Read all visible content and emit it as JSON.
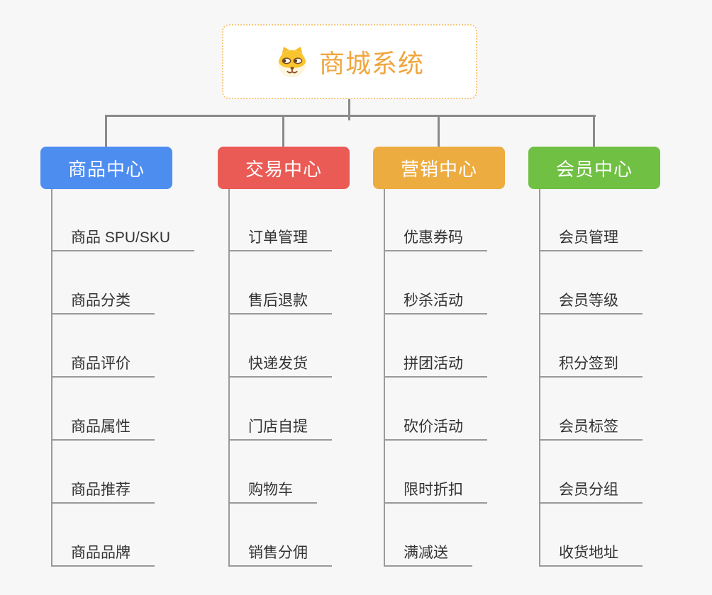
{
  "root": {
    "title": "商城系统",
    "icon": "dog-face-icon",
    "accent_color": "#F0A63E",
    "border_color": "#F6C87E"
  },
  "connector_color": "#8A8A8A",
  "background_color": "#F7F7F8",
  "branches": [
    {
      "label": "商品中心",
      "color": "#4D8DF0",
      "items": [
        "商品 SPU/SKU",
        "商品分类",
        "商品评价",
        "商品属性",
        "商品推荐",
        "商品品牌"
      ]
    },
    {
      "label": "交易中心",
      "color": "#EA5B55",
      "items": [
        "订单管理",
        "售后退款",
        "快递发货",
        "门店自提",
        "购物车",
        "销售分佣"
      ]
    },
    {
      "label": "营销中心",
      "color": "#EDAC3F",
      "items": [
        "优惠券码",
        "秒杀活动",
        "拼团活动",
        "砍价活动",
        "限时折扣",
        "满减送"
      ]
    },
    {
      "label": "会员中心",
      "color": "#70C043",
      "items": [
        "会员管理",
        "会员等级",
        "积分签到",
        "会员标签",
        "会员分组",
        "收货地址"
      ]
    }
  ]
}
